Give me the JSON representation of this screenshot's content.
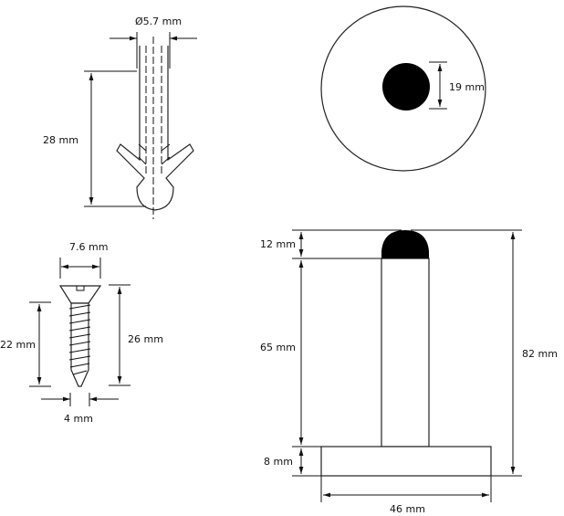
{
  "anchor": {
    "diameter": "Ø5.7 mm",
    "length": "28 mm"
  },
  "top_view": {
    "dome_diameter": "19 mm"
  },
  "screw": {
    "head_width": "7.6 mm",
    "thread_length": "22 mm",
    "total_length": "26 mm",
    "shaft_diameter": "4 mm"
  },
  "stand": {
    "dome_height": "12 mm",
    "post_height": "65 mm",
    "base_height": "8 mm",
    "total_height": "82 mm",
    "base_width": "46 mm"
  },
  "colors": {
    "line": "#111111",
    "fill": "#000000"
  }
}
